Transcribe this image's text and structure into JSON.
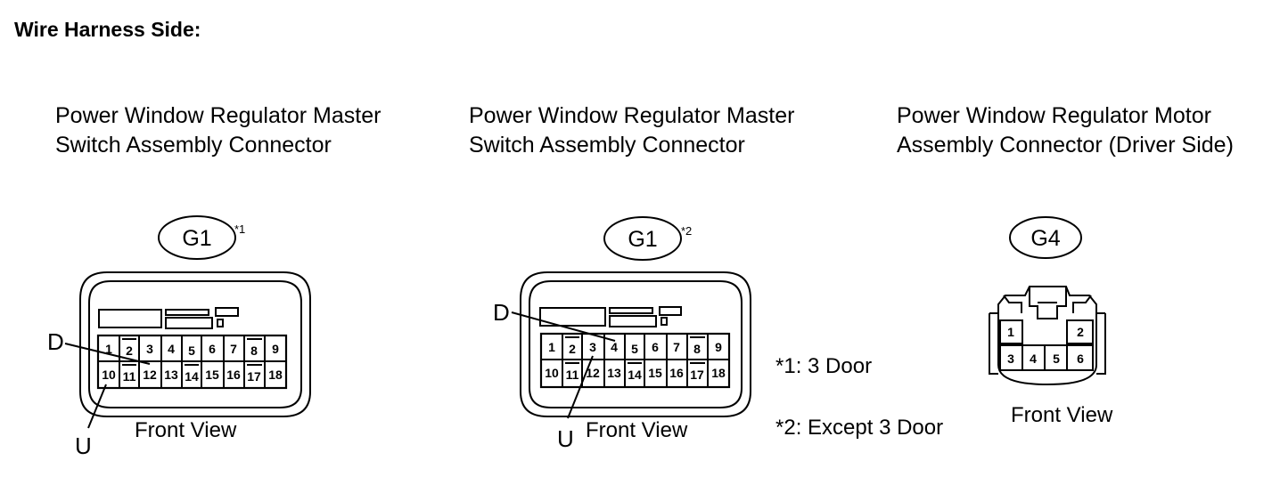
{
  "heading": "Wire Harness Side:",
  "connectors": [
    {
      "title_line1": "Power Window Regulator Master",
      "title_line2": "Switch Assembly Connector",
      "id": "G1",
      "superscript": "*1",
      "view_label": "Front View",
      "top_label": "D",
      "bottom_label": "U",
      "pins_row1": [
        "1",
        "2",
        "3",
        "4",
        "5",
        "6",
        "7",
        "8",
        "9"
      ],
      "pins_row2": [
        "10",
        "11",
        "12",
        "13",
        "14",
        "15",
        "16",
        "17",
        "18"
      ]
    },
    {
      "title_line1": "Power Window Regulator Master",
      "title_line2": "Switch Assembly Connector",
      "id": "G1",
      "superscript": "*2",
      "view_label": "Front View",
      "top_label": "D",
      "bottom_label": "U",
      "pins_row1": [
        "1",
        "2",
        "3",
        "4",
        "5",
        "6",
        "7",
        "8",
        "9"
      ],
      "pins_row2": [
        "10",
        "11",
        "12",
        "13",
        "14",
        "15",
        "16",
        "17",
        "18"
      ]
    },
    {
      "title_line1": "Power Window Regulator Motor",
      "title_line2": "Assembly Connector (Driver Side)",
      "id": "G4",
      "view_label": "Front View",
      "pins_row1": [
        "1",
        "2"
      ],
      "pins_row2": [
        "3",
        "4",
        "5",
        "6"
      ]
    }
  ],
  "notes": {
    "note1": "*1: 3 Door",
    "note2": "*2: Except 3 Door"
  }
}
